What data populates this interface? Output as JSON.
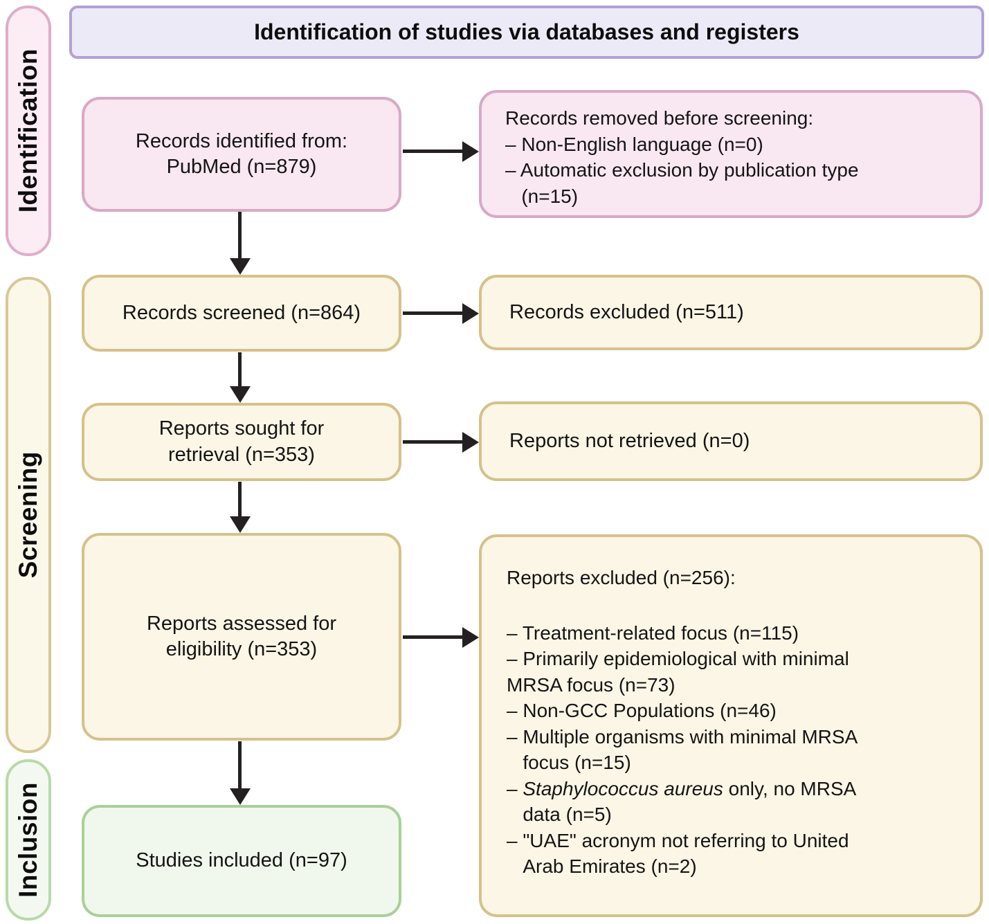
{
  "title": "Identification of studies via databases and registers",
  "sidebar": [
    {
      "label": "Identification"
    },
    {
      "label": "Screening"
    },
    {
      "label": "Inclusion"
    }
  ],
  "boxes": {
    "records_identified": {
      "text": "Records identified from:\nPubMed (n=879)"
    },
    "records_removed": {
      "header": "Records removed before screening:",
      "items": [
        {
          "text": "– Non-English language (n=0)"
        },
        {
          "text": "– Automatic exclusion by publication type\n   (n=15)"
        }
      ]
    },
    "records_screened": {
      "text": "Records screened (n=864)"
    },
    "records_excluded": {
      "text": "Records excluded (n=511)"
    },
    "reports_sought": {
      "text": "Reports sought for\nretrieval (n=353)"
    },
    "reports_not_retrieved": {
      "text": "Reports not retrieved (n=0)"
    },
    "reports_assessed": {
      "text": "Reports assessed for\neligibility (n=353)"
    },
    "reports_excluded": {
      "header": "Reports excluded (n=256):",
      "items": [
        {
          "text": "– Treatment-related focus (n=115)"
        },
        {
          "text": "– Primarily epidemiological with minimal\nMRSA focus (n=73)"
        },
        {
          "text": "– Non-GCC Populations (n=46)"
        },
        {
          "text": "– Multiple organisms with minimal MRSA\n   focus (n=15)"
        },
        {
          "prefix": "– ",
          "italic": "Staphylococcus aureus",
          "rest": " only, no MRSA\n   data (n=5)"
        },
        {
          "text": "– \"UAE\" acronym not referring to United\n   Arab Emirates (n=2)"
        }
      ]
    },
    "studies_included": {
      "text": "Studies included (n=97)"
    }
  },
  "colors": {
    "title_fill": "#edeaf7",
    "title_border": "#b3a0d6",
    "pink_fill": "#f9e7f1",
    "pink_border": "#d9a9c7",
    "cream_fill": "#fbf6e6",
    "cream_border": "#d5c18b",
    "green_fill": "#f0f7ec",
    "green_border": "#a9d099",
    "sidebar_pink_fill": "#fcecf4",
    "sidebar_pink_border": "#dfadc9",
    "sidebar_cream_fill": "#fbf8ea",
    "sidebar_cream_border": "#d9c795",
    "sidebar_green_fill": "#f3f9f0",
    "sidebar_green_border": "#b7daa9",
    "arrow": "#242021",
    "text": "#141414"
  }
}
